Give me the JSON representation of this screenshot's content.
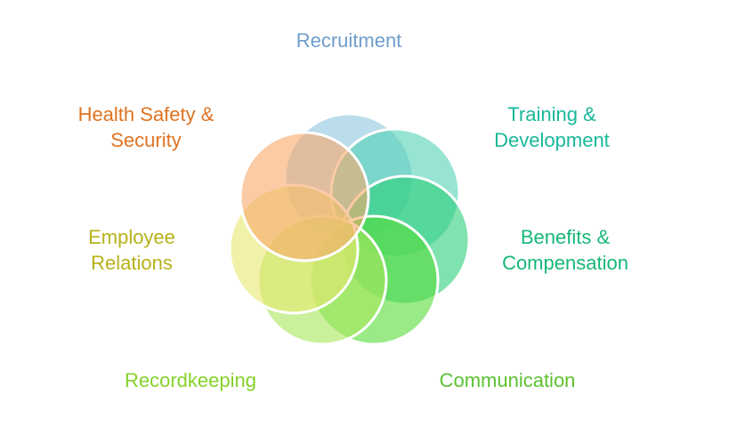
{
  "diagram": {
    "items": [
      {
        "key": "recruitment",
        "lines": [
          "Recruitment"
        ],
        "color": "#6f9dcc",
        "fill": "#8dc4dc"
      },
      {
        "key": "training",
        "lines": [
          "Training &",
          "Development"
        ],
        "color": "#19b89a",
        "fill": "#52d2b6"
      },
      {
        "key": "benefits",
        "lines": [
          "Benefits &",
          "Compensation"
        ],
        "color": "#16b878",
        "fill": "#2ccf78"
      },
      {
        "key": "communication",
        "lines": [
          "Communication"
        ],
        "color": "#5cc232",
        "fill": "#56dc38"
      },
      {
        "key": "recordkeeping",
        "lines": [
          "Recordkeeping"
        ],
        "color": "#86d22a",
        "fill": "#a6e65a"
      },
      {
        "key": "employee_relations",
        "lines": [
          "Employee",
          "Relations"
        ],
        "color": "#b7b21a",
        "fill": "#e8e870"
      },
      {
        "key": "health_safety",
        "lines": [
          "Health Safety &",
          "Security"
        ],
        "color": "#e07320",
        "fill": "#f9a86a"
      }
    ]
  }
}
